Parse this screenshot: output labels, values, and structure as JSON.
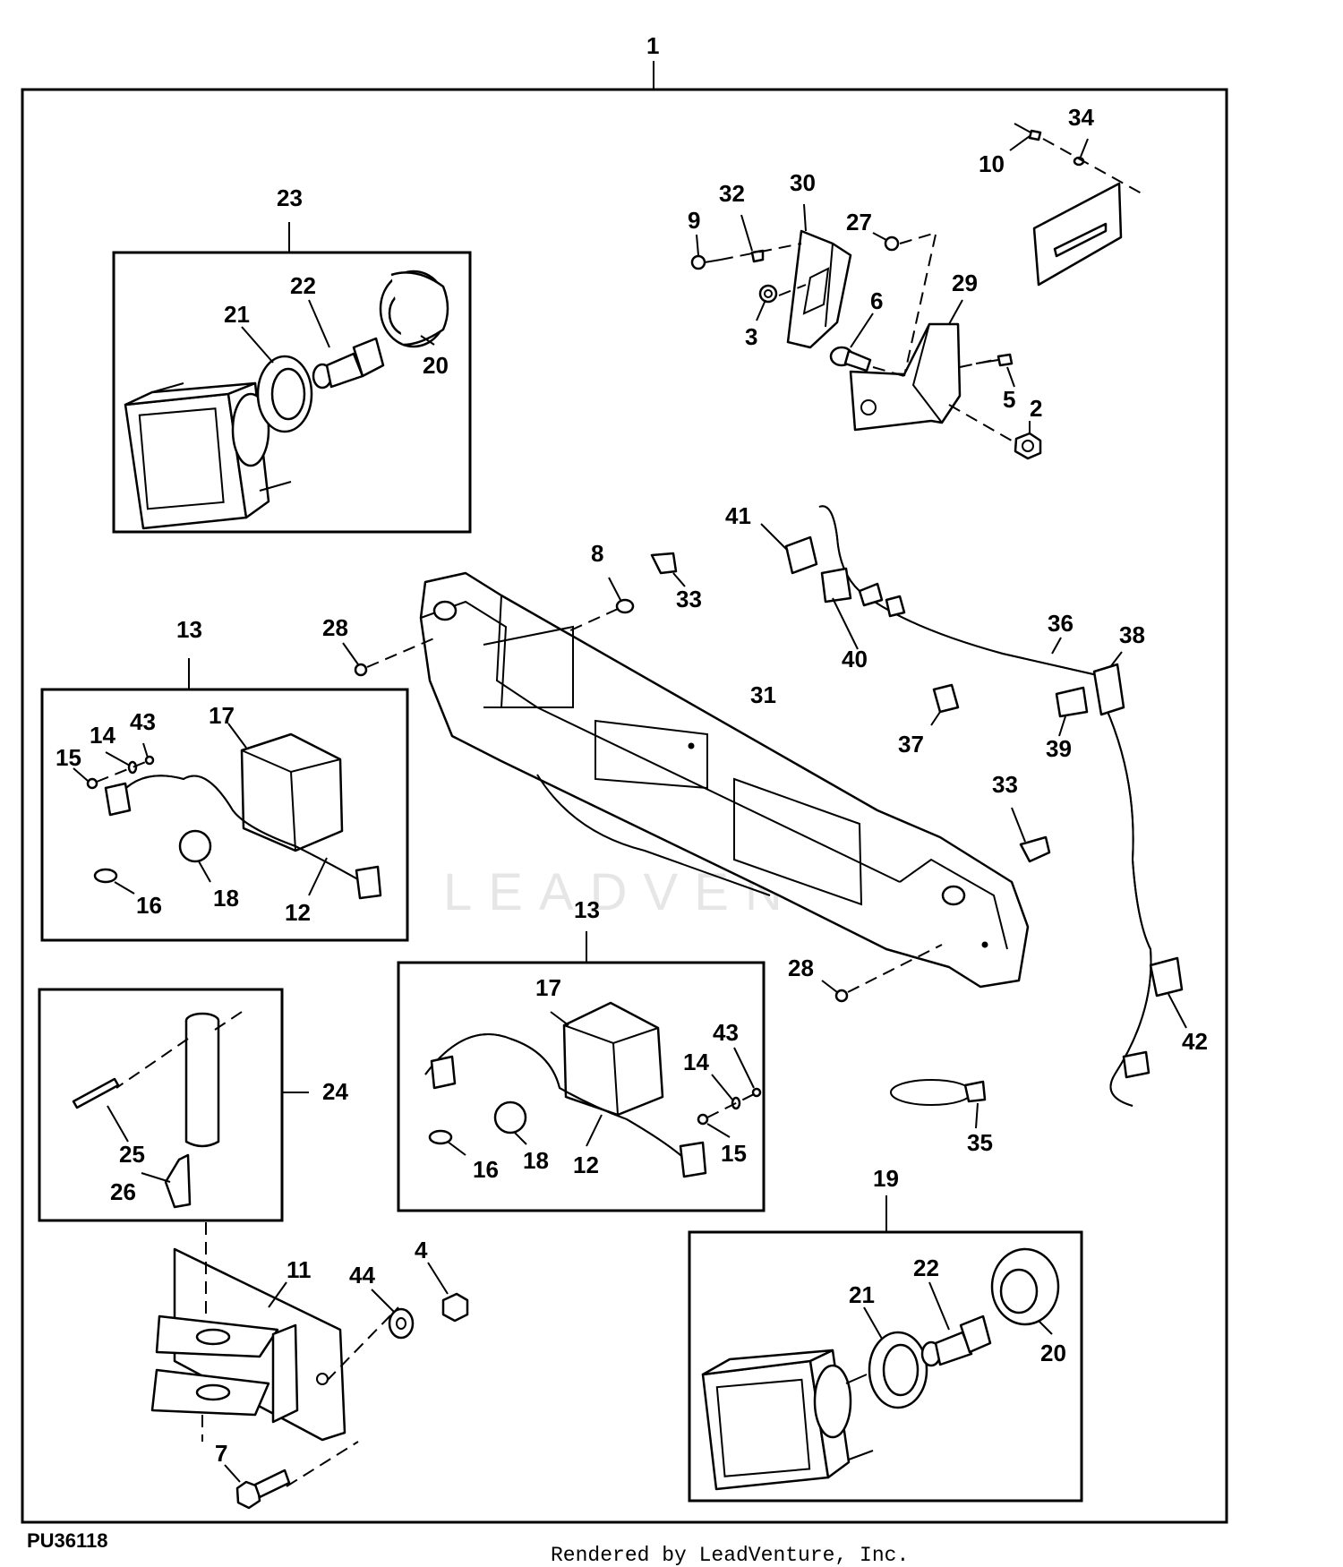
{
  "diagram": {
    "figure_id": "PU36118",
    "credit": "Rendered by LeadVenture, Inc.",
    "watermark": "LEADVENTURE",
    "callouts": {
      "c1": "1",
      "c2": "2",
      "c3": "3",
      "c4": "4",
      "c5": "5",
      "c6": "6",
      "c7": "7",
      "c8": "8",
      "c9": "9",
      "c10": "10",
      "c11": "11",
      "c12a": "12",
      "c12b": "12",
      "c13a": "13",
      "c13b": "13",
      "c14a": "14",
      "c14b": "14",
      "c15a": "15",
      "c15b": "15",
      "c16a": "16",
      "c16b": "16",
      "c17a": "17",
      "c17b": "17",
      "c18a": "18",
      "c18b": "18",
      "c19": "19",
      "c20a": "20",
      "c20b": "20",
      "c21a": "21",
      "c21b": "21",
      "c22a": "22",
      "c22b": "22",
      "c23": "23",
      "c24": "24",
      "c25": "25",
      "c26": "26",
      "c27": "27",
      "c28a": "28",
      "c28b": "28",
      "c29": "29",
      "c30": "30",
      "c31": "31",
      "c32": "32",
      "c33a": "33",
      "c33b": "33",
      "c34": "34",
      "c35": "35",
      "c36": "36",
      "c37": "37",
      "c38": "38",
      "c39": "39",
      "c40": "40",
      "c41": "41",
      "c42": "42",
      "c43a": "43",
      "c43b": "43",
      "c44": "44"
    }
  }
}
